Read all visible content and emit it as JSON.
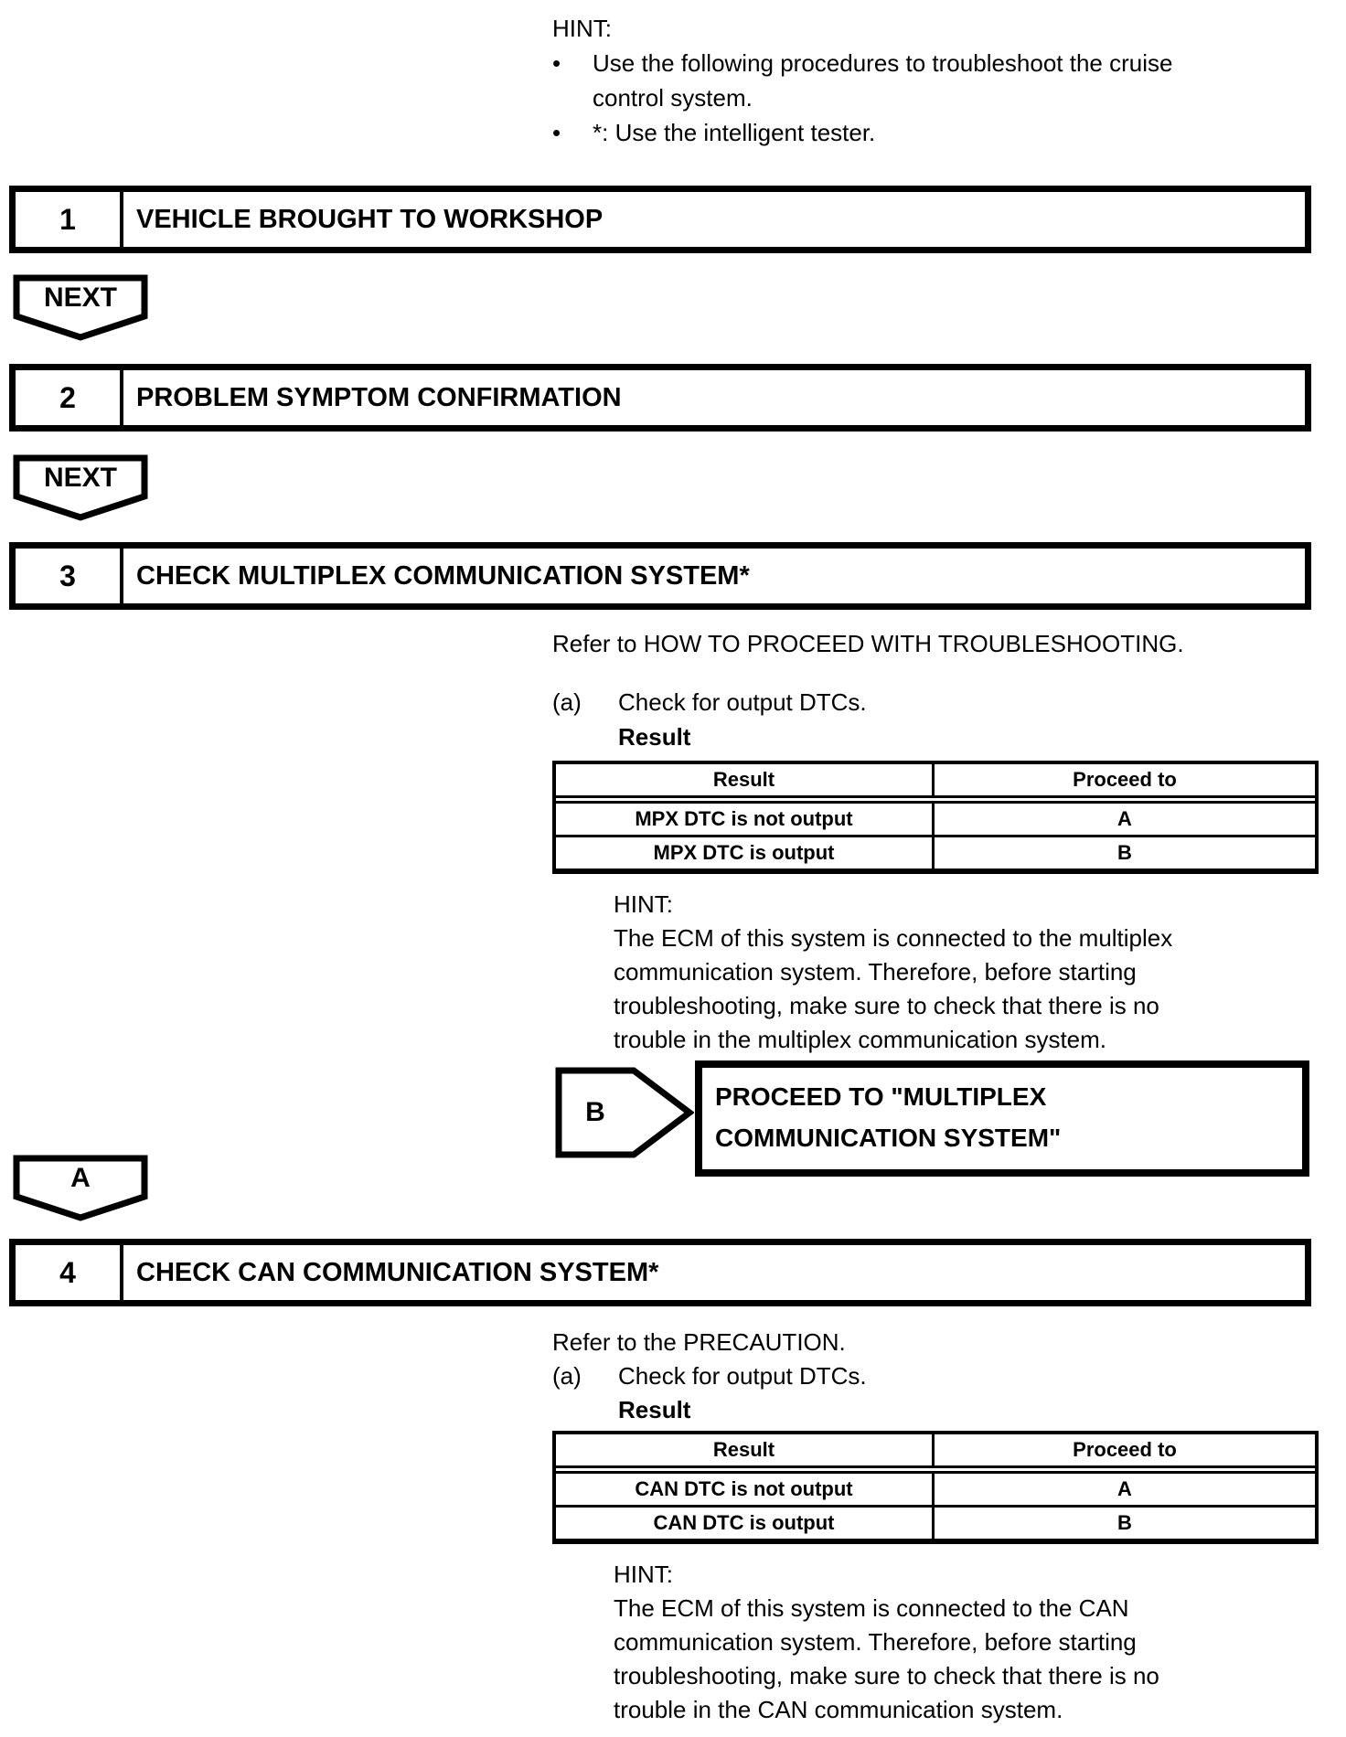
{
  "colors": {
    "ink": "#000000",
    "paper": "#ffffff"
  },
  "top_hint": {
    "label": "HINT:",
    "bullets": [
      {
        "marker": "•",
        "lines": [
          "Use the following procedures to troubleshoot the cruise",
          "control system."
        ]
      },
      {
        "marker": "•",
        "lines": [
          "*: Use the intelligent tester."
        ]
      }
    ]
  },
  "connectors": {
    "next1": "NEXT",
    "next2": "NEXT",
    "branch_a": "A",
    "branch_b": "B"
  },
  "steps": [
    {
      "number": "1",
      "title": "VEHICLE BROUGHT TO WORKSHOP"
    },
    {
      "number": "2",
      "title": "PROBLEM SYMPTOM CONFIRMATION"
    },
    {
      "number": "3",
      "title": "CHECK MULTIPLEX COMMUNICATION SYSTEM*"
    },
    {
      "number": "4",
      "title": "CHECK CAN COMMUNICATION SYSTEM*"
    }
  ],
  "section3": {
    "refer_line": "Refer to HOW TO PROCEED WITH TROUBLESHOOTING.",
    "substep_marker": "(a)",
    "substep_text": "Check for output DTCs.",
    "result_label": "Result",
    "table": {
      "headers": [
        "Result",
        "Proceed to"
      ],
      "rows": [
        [
          "MPX DTC is not output",
          "A"
        ],
        [
          "MPX DTC is output",
          "B"
        ]
      ]
    },
    "hint_label": "HINT:",
    "hint_lines": [
      "The ECM of this system is connected to the multiplex",
      "communication system. Therefore, before starting",
      "troubleshooting, make sure to check that there is no",
      "trouble in the multiplex communication system."
    ],
    "proceed_lines": [
      "PROCEED TO \"MULTIPLEX",
      "COMMUNICATION SYSTEM\""
    ]
  },
  "section4": {
    "refer_line": "Refer to the PRECAUTION.",
    "substep_marker": "(a)",
    "substep_text": "Check for output DTCs.",
    "result_label": "Result",
    "table": {
      "headers": [
        "Result",
        "Proceed to"
      ],
      "rows": [
        [
          "CAN DTC is not output",
          "A"
        ],
        [
          "CAN DTC is output",
          "B"
        ]
      ]
    },
    "hint_label": "HINT:",
    "hint_lines": [
      "The ECM of this system is connected to the CAN",
      "communication system. Therefore, before starting",
      "troubleshooting, make sure to check that there is no",
      "trouble in the CAN communication system."
    ]
  }
}
